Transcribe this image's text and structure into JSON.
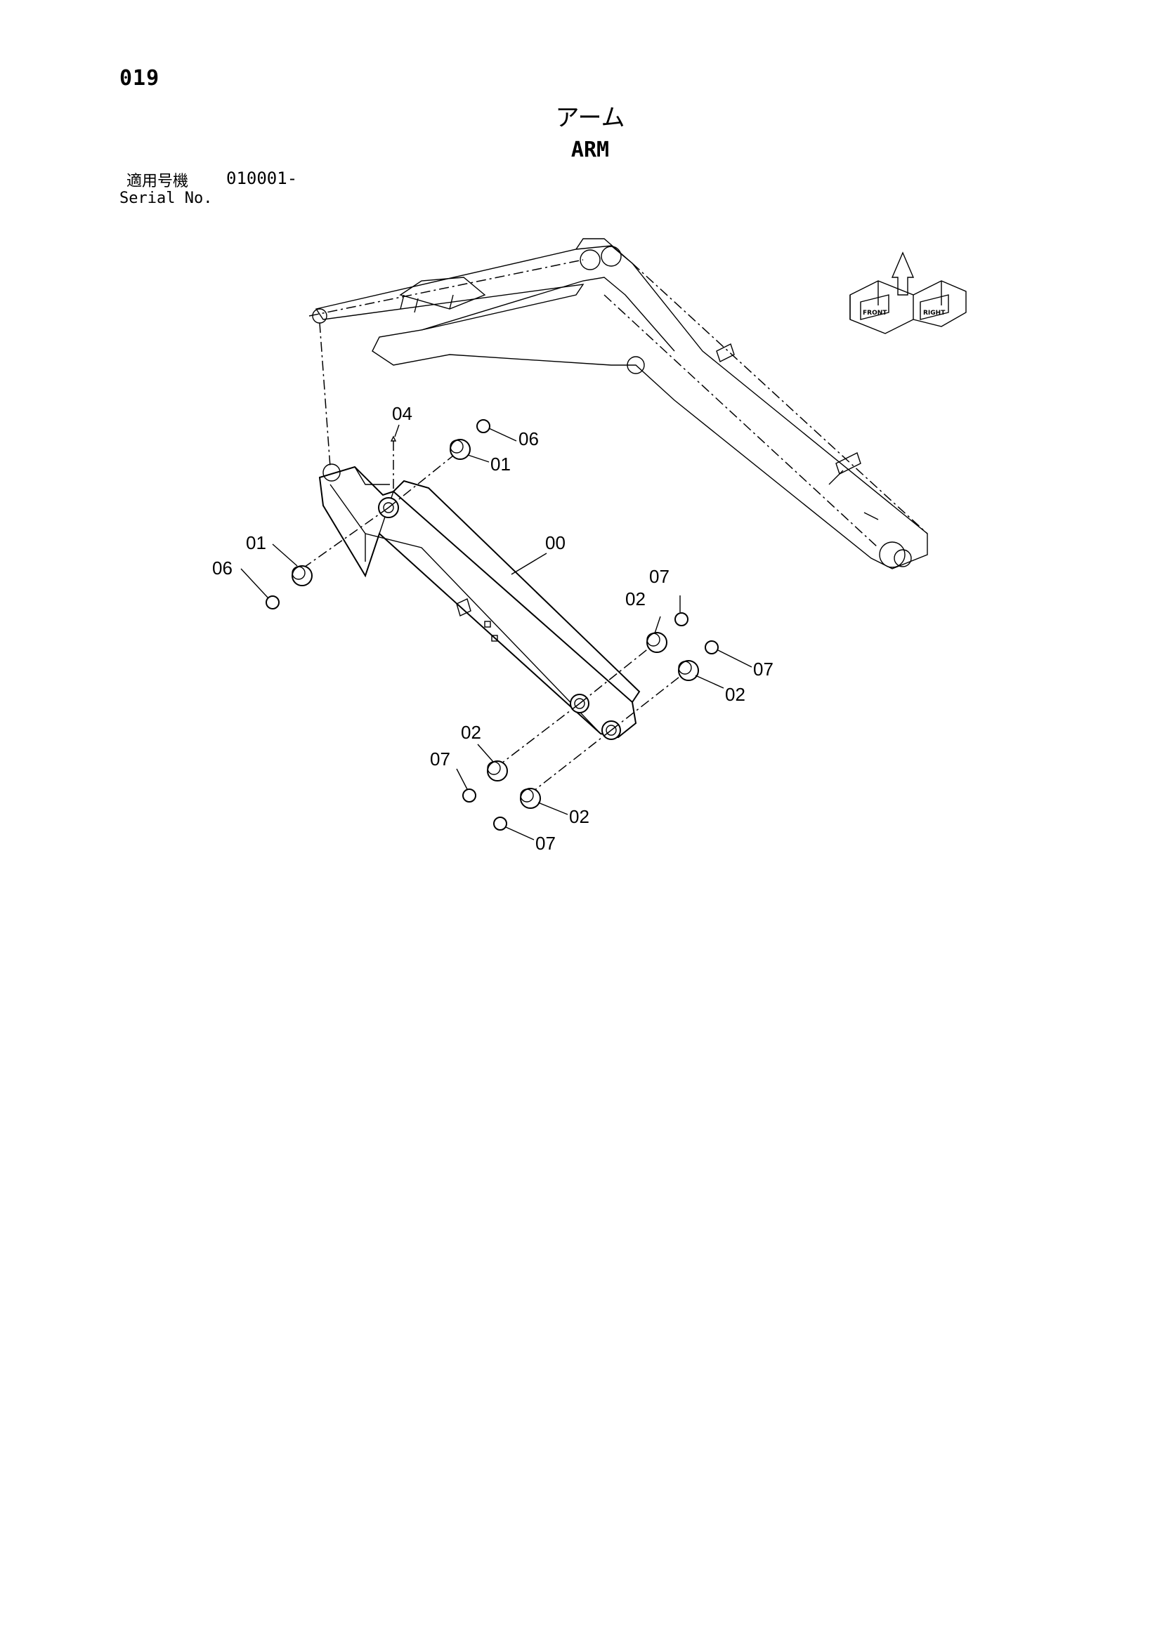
{
  "header": {
    "page_number": "019",
    "title_jp": "アーム",
    "title_en": "ARM",
    "serial_label_jp": "適用号機",
    "serial_value": "010001-",
    "serial_label_en": "Serial No."
  },
  "orientation_icon": {
    "name": "front-right-direction-icon",
    "labels": [
      "FRONT",
      "RIGHT"
    ]
  },
  "callouts": [
    "00",
    "01",
    "01",
    "02",
    "02",
    "02",
    "02",
    "04",
    "06",
    "06",
    "07",
    "07",
    "07",
    "07"
  ]
}
